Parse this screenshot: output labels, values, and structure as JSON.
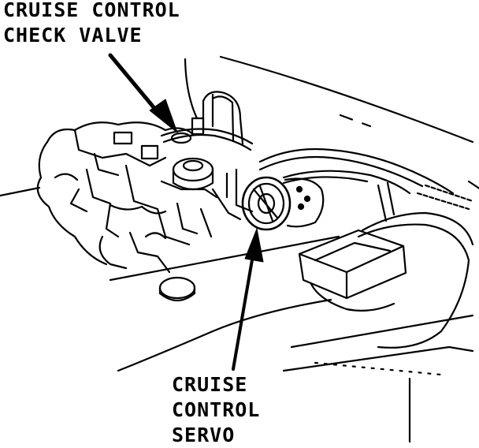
{
  "labels": {
    "check_valve": {
      "line1": "CRUISE CONTROL",
      "line2": "CHECK VALVE"
    },
    "servo": {
      "line1": "CRUISE",
      "line2": "CONTROL",
      "line3": "SERVO"
    }
  },
  "colors": {
    "ink": "#000000",
    "paper": "#ffffff"
  }
}
